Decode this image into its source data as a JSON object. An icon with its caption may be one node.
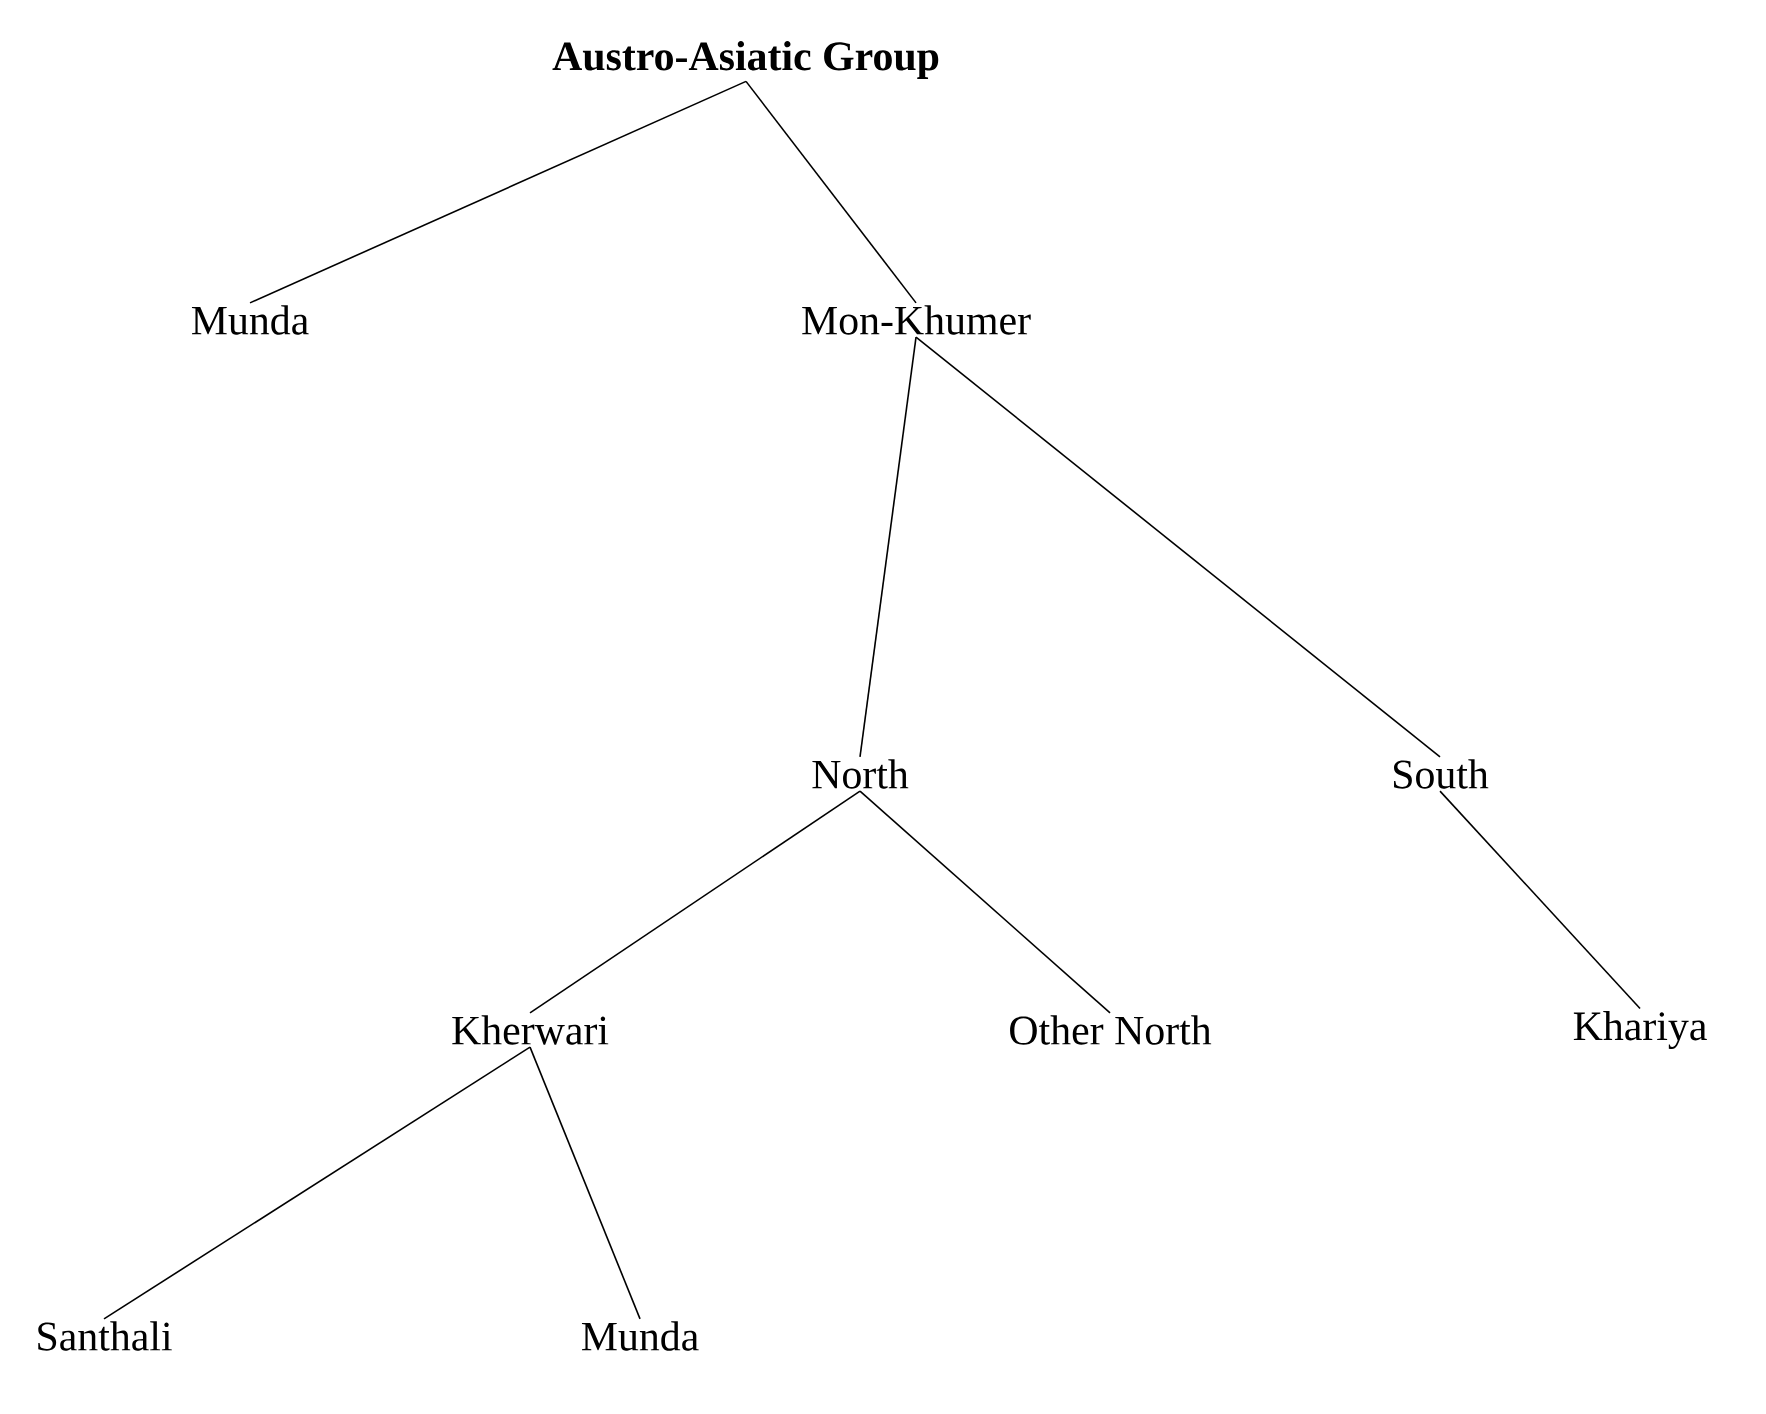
{
  "diagram": {
    "nodes": [
      {
        "text": [
          "Austro-Asiatic Group"
        ]
      },
      {
        "text": [
          "Munda"
        ]
      },
      {
        "text": [
          "Mon-Khumer"
        ]
      },
      {
        "text": [
          "North"
        ]
      },
      {
        "text": [
          "South"
        ]
      },
      {
        "text": [
          "Kherwari"
        ]
      },
      {
        "text": [
          "Other North"
        ]
      },
      {
        "text": [
          "Khariya"
        ]
      },
      {
        "text": [
          "Santhali"
        ]
      },
      {
        "text": [
          "Munda"
        ]
      }
    ],
    "edges": [
      {
        "from": 0,
        "to": 1,
        "arrow": "none"
      },
      {
        "from": 0,
        "to": 2,
        "arrow": "none"
      },
      {
        "from": 2,
        "to": 3,
        "arrow": "none"
      },
      {
        "from": 2,
        "to": 4,
        "arrow": "none"
      },
      {
        "from": 3,
        "to": 5,
        "arrow": "none"
      },
      {
        "from": 3,
        "to": 6,
        "arrow": "none"
      },
      {
        "from": 4,
        "to": 7,
        "arrow": "none"
      },
      {
        "from": 5,
        "to": 8,
        "arrow": "none"
      },
      {
        "from": 5,
        "to": 9,
        "arrow": "none"
      }
    ]
  }
}
